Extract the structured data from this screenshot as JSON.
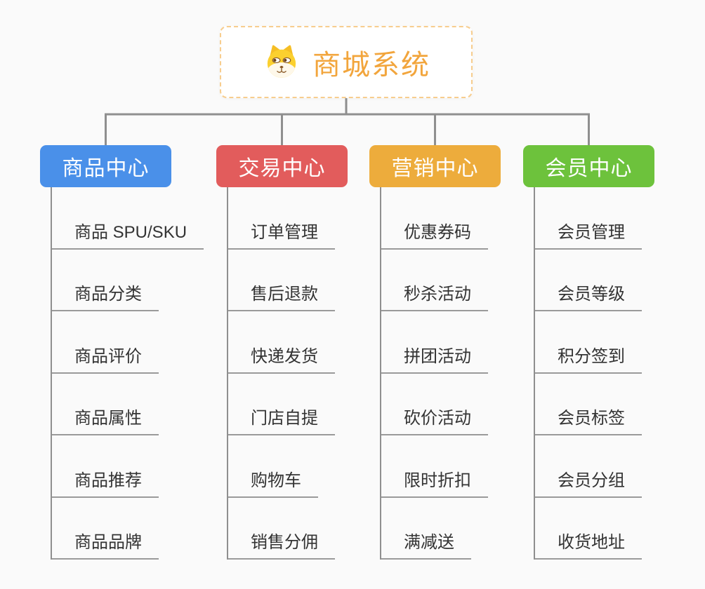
{
  "app": {
    "type": "mindmap-org-diagram",
    "background": "#FAFAFA"
  },
  "root": {
    "title": "商城系统",
    "icon": "dog-face-icon",
    "text_color": "#F2A53C",
    "border_color": "#F7CD8E"
  },
  "connector_color": "#8F8F8F",
  "underline_color": "#9A9A9A",
  "branches": [
    {
      "title": "商品中心",
      "color": "#4A90E9",
      "items": [
        "商品 SPU/SKU",
        "商品分类",
        "商品评价",
        "商品属性",
        "商品推荐",
        "商品品牌"
      ]
    },
    {
      "title": "交易中心",
      "color": "#E25C5C",
      "items": [
        "订单管理",
        "售后退款",
        "快递发货",
        "门店自提",
        "购物车",
        "销售分佣"
      ]
    },
    {
      "title": "营销中心",
      "color": "#EDAC3C",
      "items": [
        "优惠券码",
        "秒杀活动",
        "拼团活动",
        "砍价活动",
        "限时折扣",
        "满减送"
      ]
    },
    {
      "title": "会员中心",
      "color": "#6DC23C",
      "items": [
        "会员管理",
        "会员等级",
        "积分签到",
        "会员标签",
        "会员分组",
        "收货地址"
      ]
    }
  ]
}
